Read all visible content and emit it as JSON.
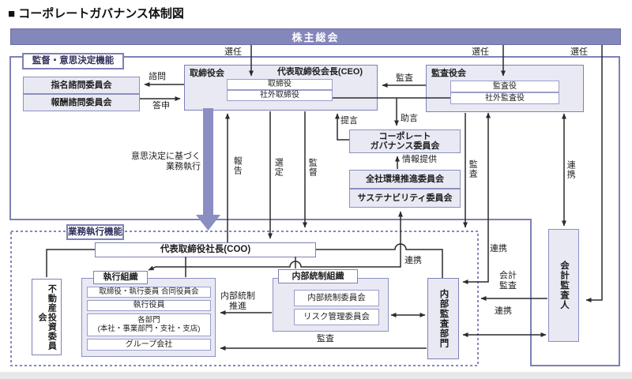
{
  "title": "■ コーポレートガバナンス体制図",
  "colors": {
    "accent_purple": "#7d81b5",
    "bar_fill": "#8487ba",
    "box_fill": "#e9e9f4",
    "line_color": "#2b2b2b",
    "thick_arrow": "#8b8ec1"
  },
  "shareholders_meeting": "株主総会",
  "supervision_section": {
    "label": "監督・意思決定機能"
  },
  "execution_section": {
    "label": "業務執行機能"
  },
  "board": {
    "title": "取締役会",
    "chairman": "代表取締役会長(CEO)",
    "rows": [
      "取締役",
      "社外取締役"
    ]
  },
  "audit_board": {
    "title": "監査役会",
    "rows": [
      "監査役",
      "社外監査役"
    ]
  },
  "advisory": {
    "nomination": "指名諮問委員会",
    "compensation": "報酬諮問委員会"
  },
  "committees": {
    "governance": "コーポレート\nガバナンス委員会",
    "environment": "全社環境推進委員会",
    "sustainability": "サステナビリティ委員会"
  },
  "president": "代表取締役社長(COO)",
  "exec_org": {
    "title": "執行組織",
    "rows": [
      "取締役・執行委員 合同役員会",
      "執行役員",
      "各部門\n(本社・事業部門・支社・支店)",
      "グループ会社"
    ]
  },
  "internal_control": {
    "title": "内部統制組織",
    "rows": [
      "内部統制委員会",
      "リスク管理委員会"
    ]
  },
  "real_estate_committee": "不動産投資委員会",
  "internal_audit_dept": "内部監査部門",
  "accounting_auditor": "会計監査人",
  "labels": {
    "election_board": "選任",
    "election_audit_board": "選任",
    "election_auditor": "選任",
    "consultation": "諮問",
    "report_back": "答申",
    "audit_to_board": "監査",
    "advice": "助言",
    "proposal": "提言",
    "info_provision": "情報提供",
    "execution_based": "意思決定に基づく\n業務執行",
    "report": "報告",
    "selection": "選定",
    "supervision": "監督",
    "audit_vertical": "監査",
    "cooperation_vertical": "連携",
    "cooperation_audit_dept": "連携",
    "cooperation_coo": "連携",
    "accounting_audit": "会計\n監査",
    "cooperation_auditor": "連携",
    "internal_control_promotion": "内部統制\n推進",
    "audit_bottom": "監査"
  }
}
